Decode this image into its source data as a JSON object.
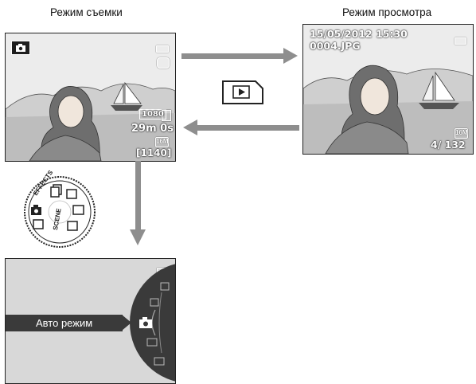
{
  "headings": {
    "shooting_mode": "Режим съемки",
    "playback_mode": "Режим просмотра"
  },
  "shooting_screen": {
    "recording_size": "1080",
    "recording_time": "29m 0s",
    "image_size": "16M",
    "remaining_shots": "[1140]",
    "camera_icon": "camera-icon"
  },
  "playback_screen": {
    "datetime": "15/05/2012 15:30",
    "filename": "0004.JPG",
    "image_size": "16M",
    "frame_counter": "4/ 132"
  },
  "mode_dial": {
    "labels": [
      "EFFECTS",
      "SCENE"
    ]
  },
  "mode_selection_screen": {
    "selected_mode_label": "Авто режим"
  },
  "colors": {
    "arrow": "#8e8e8e",
    "highlight": "#3a3a3a",
    "sky": "#e8e8e8"
  }
}
